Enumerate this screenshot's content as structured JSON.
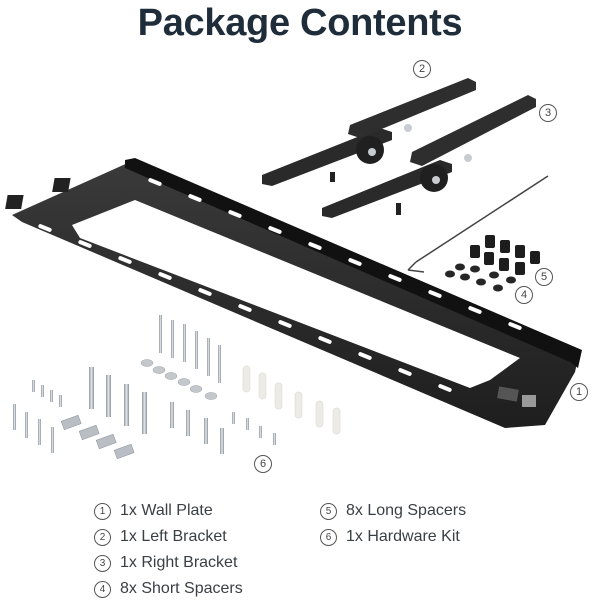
{
  "title": "Package Contents",
  "callouts": {
    "wall_plate": "1",
    "left_bracket": "2",
    "right_bracket": "3",
    "short_spacers": "4",
    "long_spacers": "5",
    "hardware_kit": "6"
  },
  "legend": {
    "left": [
      {
        "num": "1",
        "label": "1x Wall Plate"
      },
      {
        "num": "2",
        "label": "1x Left Bracket"
      },
      {
        "num": "3",
        "label": "1x Right Bracket"
      },
      {
        "num": "4",
        "label": "8x Short Spacers"
      }
    ],
    "right": [
      {
        "num": "5",
        "label": "8x Long Spacers"
      },
      {
        "num": "6",
        "label": "1x Hardware Kit"
      }
    ]
  },
  "colors": {
    "title": "#1f2d3a",
    "metal_dark": "#2b2b2b",
    "hardware": "#b8bec4",
    "anchors": "#eceae4"
  }
}
